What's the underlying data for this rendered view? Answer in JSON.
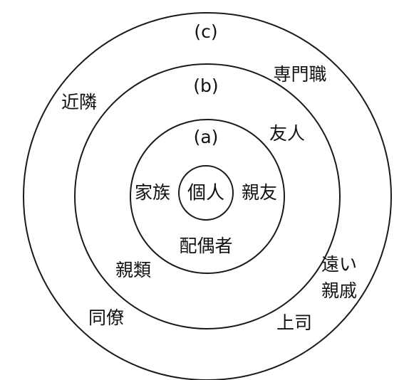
{
  "rings": {
    "c": "(c)",
    "b": "(b)",
    "a": "(a)"
  },
  "center": "個人",
  "inner": {
    "family": "家族",
    "best_friend": "親友",
    "spouse": "配偶者"
  },
  "middle": {
    "friend": "友人",
    "relatives": "親類"
  },
  "outer": {
    "professional": "専門職",
    "neighbors": "近隣",
    "distant_line1": "遠い",
    "distant_line2": "親戚",
    "coworker": "同僚",
    "boss": "上司"
  }
}
